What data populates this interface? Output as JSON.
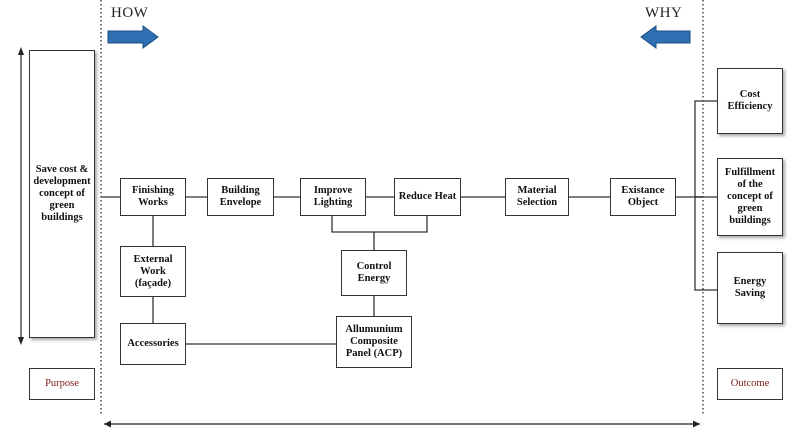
{
  "headers": {
    "how": "HOW",
    "why": "WHY"
  },
  "side": {
    "left_text": "Save cost & development concept of green buildings",
    "purpose": "Purpose",
    "outcome": "Outcome"
  },
  "outcomes": [
    "Cost Efficiency",
    "Fulfillment of the concept of green buildings",
    "Energy Saving"
  ],
  "nodes": {
    "finishing_works": "Finishing Works",
    "building_envelope": "Building Envelope",
    "improve_lighting": "Improve Lighting",
    "reduce_heat": "Reduce Heat",
    "material_selection": "Material Selection",
    "existance_object": "Existance Object",
    "external_work": "External Work (façade)",
    "control_energy": "Control Energy",
    "accessories": "Accessories",
    "acp": "Allumunium Composite Panel (ACP)"
  },
  "colors": {
    "arrow": "#2d6fb0",
    "outline": "#333333",
    "label_red": "#7a1a1a"
  }
}
